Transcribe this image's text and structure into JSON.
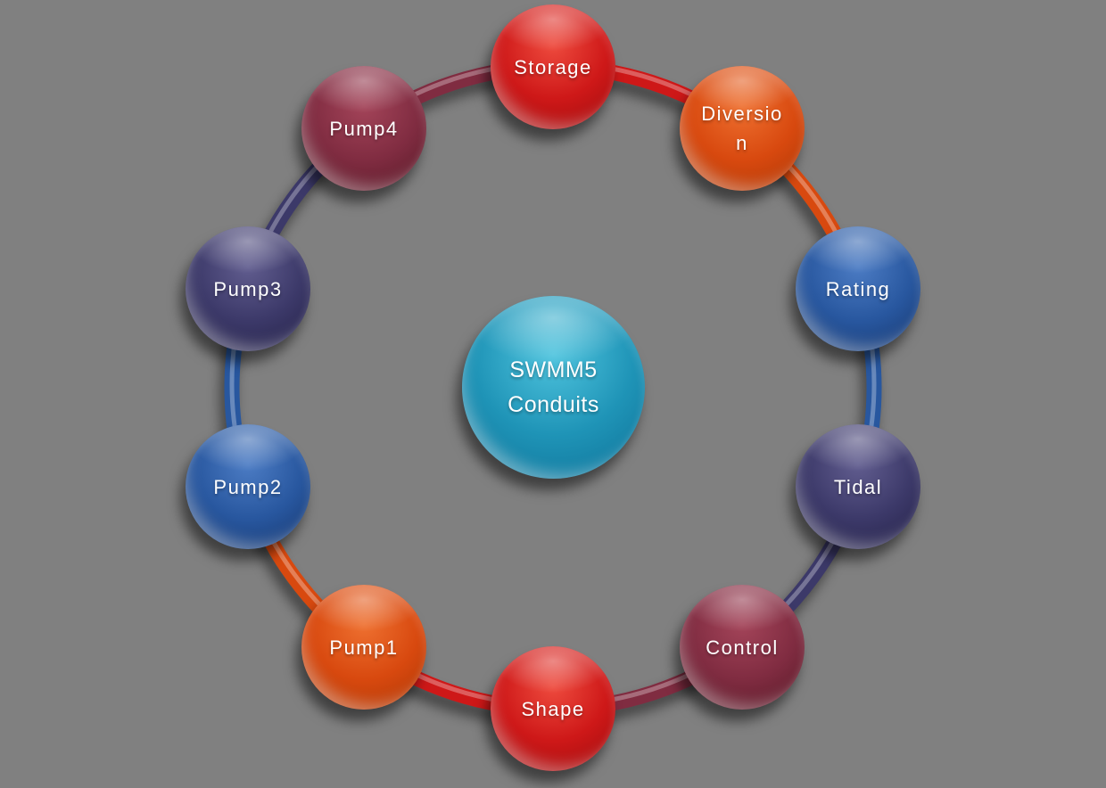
{
  "page": {
    "background_color": "#808080"
  },
  "diagram": {
    "type": "cycle",
    "center": {
      "label": "SWMM5 Conduits",
      "color": "#1F94B7",
      "color_light": "#4FC4DE",
      "color_dark": "#0D7096"
    },
    "nodes": [
      {
        "id": "storage",
        "label": "Storage",
        "color": "#CE1818",
        "color_light": "#EE4B3E",
        "color_dark": "#9A0C0E"
      },
      {
        "id": "diversion",
        "label": "Diversion",
        "color": "#D8490F",
        "color_light": "#EE7030",
        "color_dark": "#A93605"
      },
      {
        "id": "rating",
        "label": "Rating",
        "color": "#28579F",
        "color_light": "#4C7CC4",
        "color_dark": "#16356B"
      },
      {
        "id": "tidal",
        "label": "Tidal",
        "color": "#3C3969",
        "color_light": "#615D8F",
        "color_dark": "#232045"
      },
      {
        "id": "control",
        "label": "Control",
        "color": "#802C41",
        "color_light": "#A34459",
        "color_dark": "#551825"
      },
      {
        "id": "shape",
        "label": "Shape",
        "color": "#CE1818",
        "color_light": "#EE4B3E",
        "color_dark": "#9A0C0E"
      },
      {
        "id": "pump1",
        "label": "Pump1",
        "color": "#D8490F",
        "color_light": "#EE7030",
        "color_dark": "#A93605"
      },
      {
        "id": "pump2",
        "label": "Pump2",
        "color": "#28579F",
        "color_light": "#4C7CC4",
        "color_dark": "#16356B"
      },
      {
        "id": "pump3",
        "label": "Pump3",
        "color": "#3C3969",
        "color_light": "#615D8F",
        "color_dark": "#232045"
      },
      {
        "id": "pump4",
        "label": "Pump4",
        "color": "#802C41",
        "color_light": "#A34459",
        "color_dark": "#551825"
      }
    ]
  }
}
